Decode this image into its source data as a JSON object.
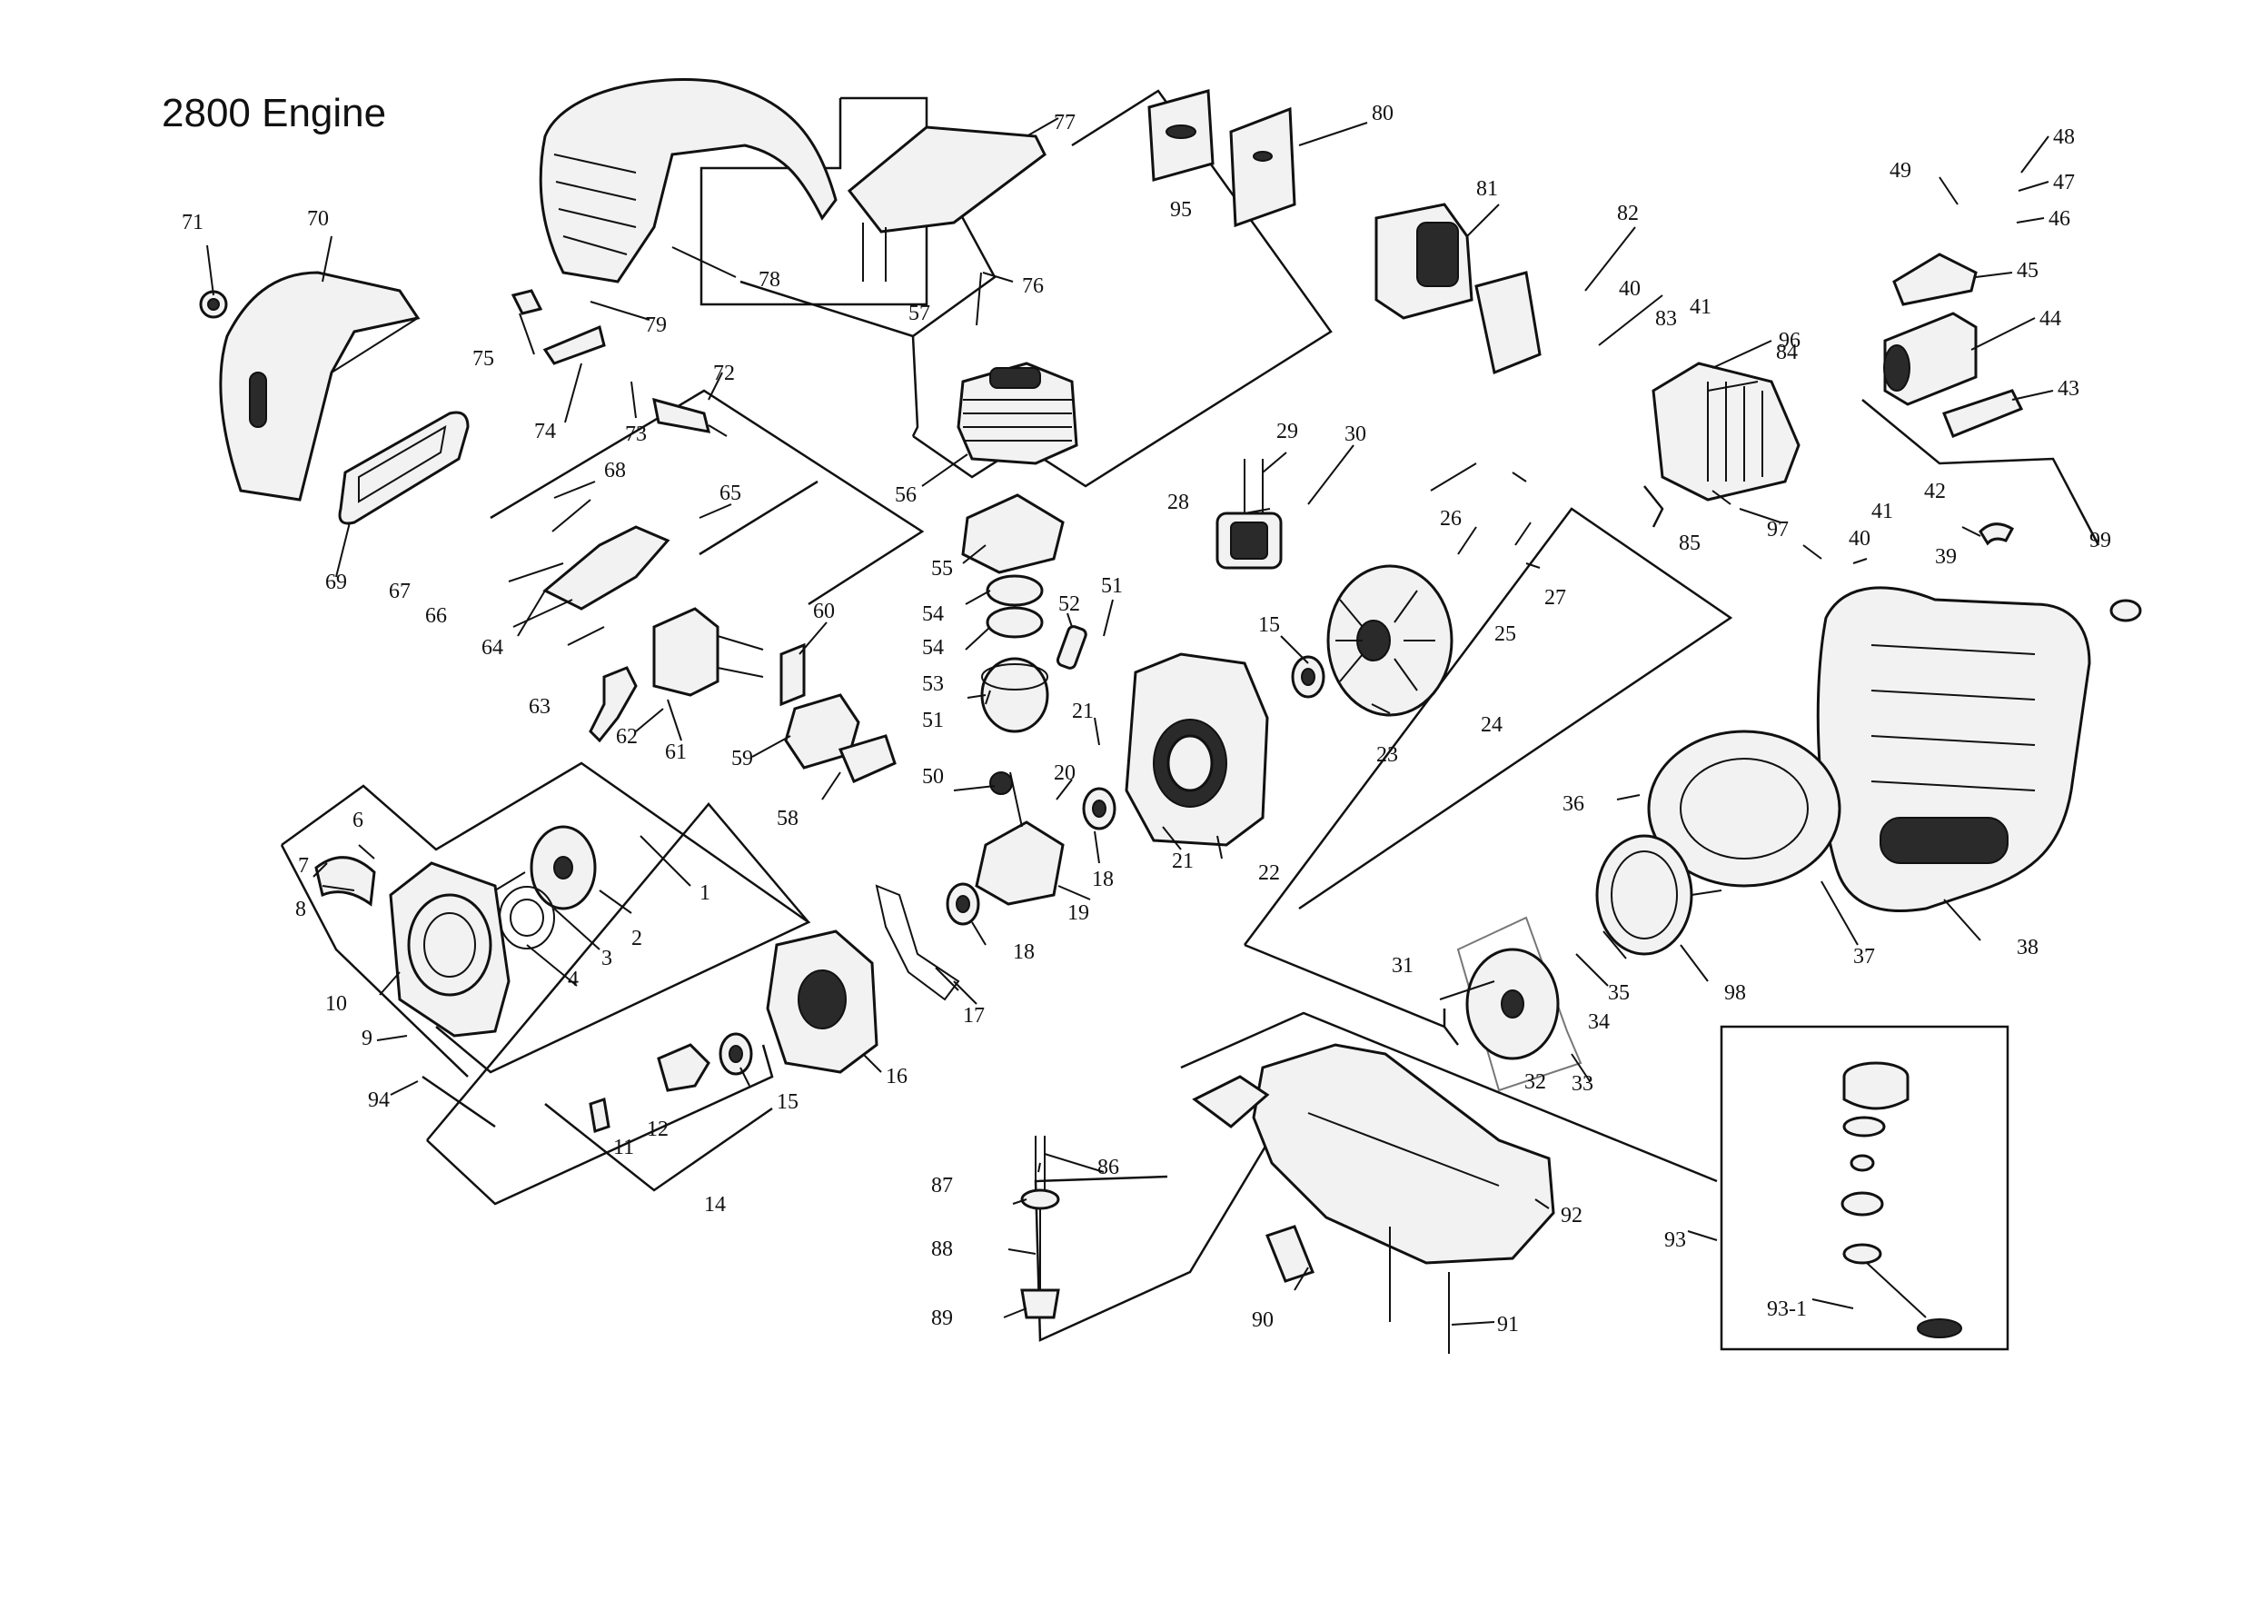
{
  "title": "2800 Engine",
  "callouts": [
    {
      "id": "c1",
      "text": "1"
    },
    {
      "id": "c2",
      "text": "2"
    },
    {
      "id": "c3",
      "text": "3"
    },
    {
      "id": "c4",
      "text": "4"
    },
    {
      "id": "c6",
      "text": "6"
    },
    {
      "id": "c7",
      "text": "7"
    },
    {
      "id": "c8",
      "text": "8"
    },
    {
      "id": "c9",
      "text": "9"
    },
    {
      "id": "c10",
      "text": "10"
    },
    {
      "id": "c11",
      "text": "11"
    },
    {
      "id": "c12",
      "text": "12"
    },
    {
      "id": "c14",
      "text": "14"
    },
    {
      "id": "c15a",
      "text": "15"
    },
    {
      "id": "c15b",
      "text": "15"
    },
    {
      "id": "c16",
      "text": "16"
    },
    {
      "id": "c17",
      "text": "17"
    },
    {
      "id": "c18a",
      "text": "18"
    },
    {
      "id": "c18b",
      "text": "18"
    },
    {
      "id": "c19",
      "text": "19"
    },
    {
      "id": "c20",
      "text": "20"
    },
    {
      "id": "c21a",
      "text": "21"
    },
    {
      "id": "c21b",
      "text": "21"
    },
    {
      "id": "c22",
      "text": "22"
    },
    {
      "id": "c23",
      "text": "23"
    },
    {
      "id": "c24",
      "text": "24"
    },
    {
      "id": "c25",
      "text": "25"
    },
    {
      "id": "c26",
      "text": "26"
    },
    {
      "id": "c27",
      "text": "27"
    },
    {
      "id": "c28",
      "text": "28"
    },
    {
      "id": "c29",
      "text": "29"
    },
    {
      "id": "c30",
      "text": "30"
    },
    {
      "id": "c31",
      "text": "31"
    },
    {
      "id": "c32",
      "text": "32"
    },
    {
      "id": "c33",
      "text": "33"
    },
    {
      "id": "c34",
      "text": "34"
    },
    {
      "id": "c35",
      "text": "35"
    },
    {
      "id": "c36",
      "text": "36"
    },
    {
      "id": "c37",
      "text": "37"
    },
    {
      "id": "c38",
      "text": "38"
    },
    {
      "id": "c39",
      "text": "39"
    },
    {
      "id": "c40a",
      "text": "40"
    },
    {
      "id": "c40b",
      "text": "40"
    },
    {
      "id": "c41a",
      "text": "41"
    },
    {
      "id": "c41b",
      "text": "41"
    },
    {
      "id": "c42",
      "text": "42"
    },
    {
      "id": "c43",
      "text": "43"
    },
    {
      "id": "c44",
      "text": "44"
    },
    {
      "id": "c45",
      "text": "45"
    },
    {
      "id": "c46",
      "text": "46"
    },
    {
      "id": "c47",
      "text": "47"
    },
    {
      "id": "c48",
      "text": "48"
    },
    {
      "id": "c49",
      "text": "49"
    },
    {
      "id": "c50",
      "text": "50"
    },
    {
      "id": "c51a",
      "text": "51"
    },
    {
      "id": "c51b",
      "text": "51"
    },
    {
      "id": "c52",
      "text": "52"
    },
    {
      "id": "c53",
      "text": "53"
    },
    {
      "id": "c54a",
      "text": "54"
    },
    {
      "id": "c54b",
      "text": "54"
    },
    {
      "id": "c55",
      "text": "55"
    },
    {
      "id": "c56",
      "text": "56"
    },
    {
      "id": "c57",
      "text": "57"
    },
    {
      "id": "c58",
      "text": "58"
    },
    {
      "id": "c59",
      "text": "59"
    },
    {
      "id": "c60",
      "text": "60"
    },
    {
      "id": "c61",
      "text": "61"
    },
    {
      "id": "c62",
      "text": "62"
    },
    {
      "id": "c63",
      "text": "63"
    },
    {
      "id": "c64",
      "text": "64"
    },
    {
      "id": "c65",
      "text": "65"
    },
    {
      "id": "c66",
      "text": "66"
    },
    {
      "id": "c67",
      "text": "67"
    },
    {
      "id": "c68",
      "text": "68"
    },
    {
      "id": "c69",
      "text": "69"
    },
    {
      "id": "c70",
      "text": "70"
    },
    {
      "id": "c71",
      "text": "71"
    },
    {
      "id": "c72",
      "text": "72"
    },
    {
      "id": "c73",
      "text": "73"
    },
    {
      "id": "c74",
      "text": "74"
    },
    {
      "id": "c75",
      "text": "75"
    },
    {
      "id": "c76",
      "text": "76"
    },
    {
      "id": "c77",
      "text": "77"
    },
    {
      "id": "c78",
      "text": "78"
    },
    {
      "id": "c79",
      "text": "79"
    },
    {
      "id": "c80",
      "text": "80"
    },
    {
      "id": "c81",
      "text": "81"
    },
    {
      "id": "c82",
      "text": "82"
    },
    {
      "id": "c83",
      "text": "83"
    },
    {
      "id": "c84",
      "text": "84"
    },
    {
      "id": "c85",
      "text": "85"
    },
    {
      "id": "c86",
      "text": "86"
    },
    {
      "id": "c87",
      "text": "87"
    },
    {
      "id": "c88",
      "text": "88"
    },
    {
      "id": "c89",
      "text": "89"
    },
    {
      "id": "c90",
      "text": "90"
    },
    {
      "id": "c91",
      "text": "91"
    },
    {
      "id": "c92",
      "text": "92"
    },
    {
      "id": "c93",
      "text": "93"
    },
    {
      "id": "c931",
      "text": "93-1"
    },
    {
      "id": "c94",
      "text": "94"
    },
    {
      "id": "c95",
      "text": "95"
    },
    {
      "id": "c96",
      "text": "96"
    },
    {
      "id": "c97",
      "text": "97"
    },
    {
      "id": "c98",
      "text": "98"
    },
    {
      "id": "c99",
      "text": "99"
    }
  ]
}
